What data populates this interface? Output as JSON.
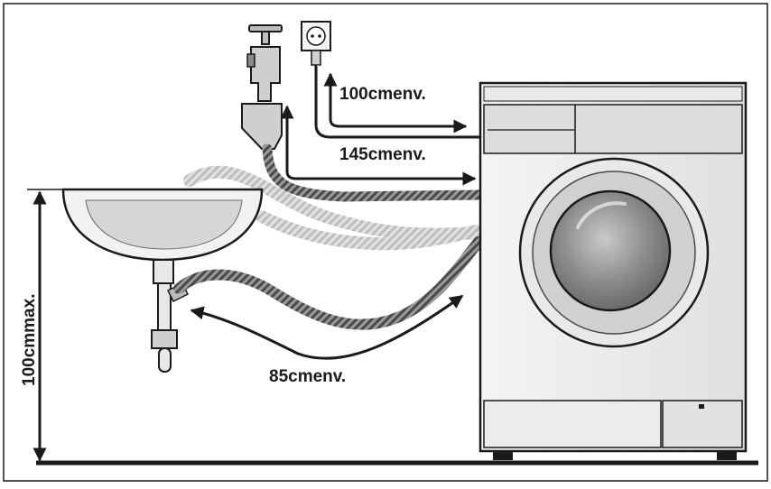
{
  "labels": {
    "power_cord": "100cmenv.",
    "inlet_hose": "145cmenv.",
    "drain_hose": "85cmenv.",
    "max_height": "100cmmax."
  },
  "colors": {
    "outline": "#1a1a1a",
    "panel": "#d9d9d9",
    "body": "#ececec",
    "drum": "#8f8f8f"
  }
}
